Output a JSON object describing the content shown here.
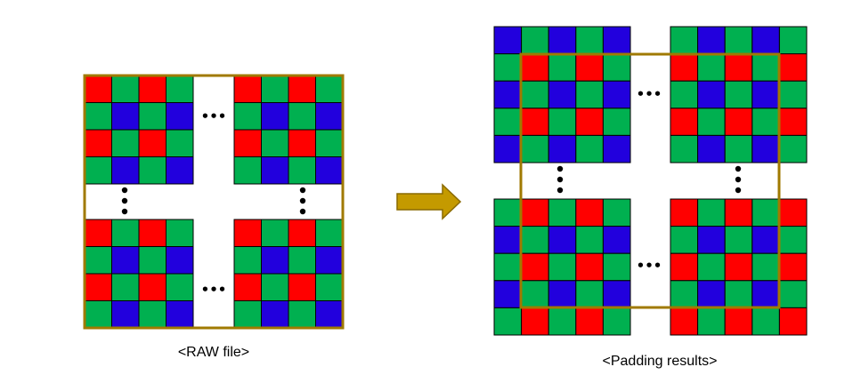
{
  "raw_caption": "<RAW file>",
  "padding_caption": "<Padding results>",
  "ellipsis": "•••",
  "colors": {
    "red": "#ff0000",
    "green": "#00b050",
    "blue": "#2200dd",
    "frame": "#a07a00",
    "arrow": "#c49a00",
    "arrow_stroke": "#8a6a00",
    "grid_line": "#000000"
  },
  "raw_blocks": [
    [
      "R",
      "G",
      "R",
      "G"
    ],
    [
      "G",
      "B",
      "G",
      "B"
    ],
    [
      "R",
      "G",
      "R",
      "G"
    ],
    [
      "G",
      "B",
      "G",
      "B"
    ]
  ],
  "padded_blocks": {
    "top_left": [
      [
        "B",
        "G",
        "B",
        "G",
        "B"
      ],
      [
        "G",
        "R",
        "G",
        "R",
        "G"
      ],
      [
        "B",
        "G",
        "B",
        "G",
        "B"
      ],
      [
        "G",
        "R",
        "G",
        "R",
        "G"
      ],
      [
        "B",
        "G",
        "B",
        "G",
        "B"
      ]
    ],
    "top_right": [
      [
        "G",
        "B",
        "G",
        "B",
        "G"
      ],
      [
        "R",
        "G",
        "R",
        "G",
        "R"
      ],
      [
        "G",
        "B",
        "G",
        "B",
        "G"
      ],
      [
        "R",
        "G",
        "R",
        "G",
        "R"
      ],
      [
        "G",
        "B",
        "G",
        "B",
        "G"
      ]
    ],
    "bottom_left": [
      [
        "G",
        "R",
        "G",
        "R",
        "G"
      ],
      [
        "B",
        "G",
        "B",
        "G",
        "B"
      ],
      [
        "G",
        "R",
        "G",
        "R",
        "G"
      ],
      [
        "B",
        "G",
        "B",
        "G",
        "B"
      ],
      [
        "G",
        "R",
        "G",
        "R",
        "G"
      ]
    ],
    "bottom_right": [
      [
        "R",
        "G",
        "R",
        "G",
        "R"
      ],
      [
        "G",
        "B",
        "G",
        "B",
        "G"
      ],
      [
        "R",
        "G",
        "R",
        "G",
        "R"
      ],
      [
        "G",
        "B",
        "G",
        "B",
        "G"
      ],
      [
        "R",
        "G",
        "R",
        "G",
        "R"
      ]
    ]
  }
}
